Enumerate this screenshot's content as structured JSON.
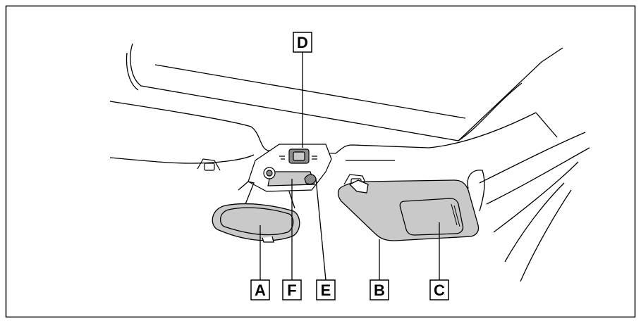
{
  "labels": {
    "a": "A",
    "b": "B",
    "c": "C",
    "d": "D",
    "e": "E",
    "f": "F"
  },
  "colors": {
    "line": "#000000",
    "fill_gray": "#c9c9c9",
    "fill_dark": "#8c8c8c",
    "background": "#ffffff"
  }
}
